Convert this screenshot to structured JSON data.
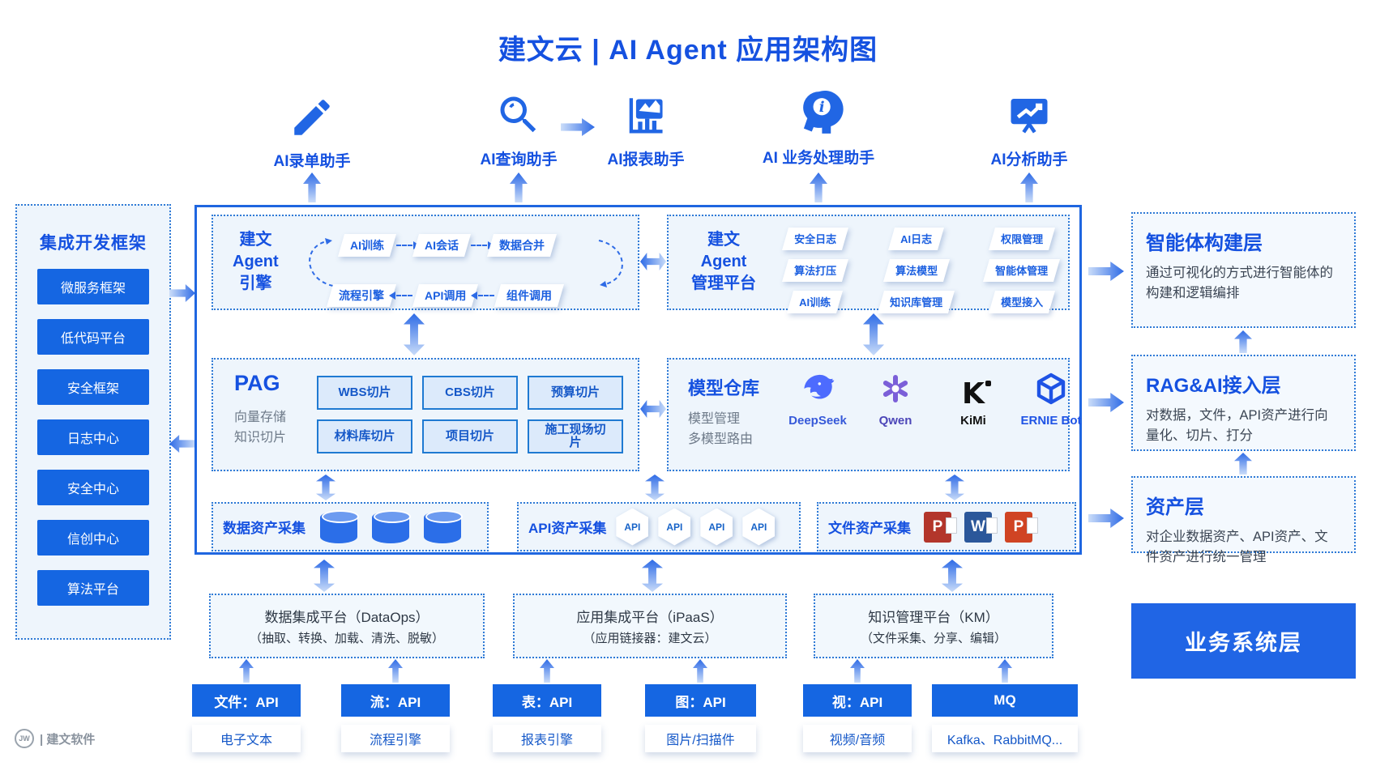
{
  "title": "建文云 | AI Agent 应用架构图",
  "assistants": {
    "items": [
      {
        "label": "AI录单助手"
      },
      {
        "label": "AI查询助手"
      },
      {
        "label": "AI报表助手"
      },
      {
        "label": "AI 业务处理助手"
      },
      {
        "label": "AI分析助手"
      }
    ]
  },
  "left_panel": {
    "title": "集成开发框架",
    "items": [
      "微服务框架",
      "低代码平台",
      "安全框架",
      "日志中心",
      "安全中心",
      "信创中心",
      "算法平台"
    ]
  },
  "engine": {
    "title_line1": "建文",
    "title_line2": "Agent",
    "title_line3": "引擎",
    "cycle_top": [
      "AI训练",
      "AI会话",
      "数据合并"
    ],
    "cycle_bottom": [
      "流程引擎",
      "API调用",
      "组件调用"
    ]
  },
  "management": {
    "title_line1": "建文",
    "title_line2": "Agent",
    "title_line3": "管理平台",
    "tags": [
      "安全日志",
      "AI日志",
      "权限管理",
      "算法打压",
      "算法模型",
      "智能体管理",
      "AI训练",
      "知识库管理",
      "模型接入"
    ]
  },
  "pag": {
    "title": "PAG",
    "subtitle_line1": "向量存储",
    "subtitle_line2": "知识切片",
    "chips": [
      "WBS切片",
      "CBS切片",
      "预算切片",
      "材料库切片",
      "项目切片",
      "施工现场切片"
    ]
  },
  "model_hub": {
    "title": "模型仓库",
    "subtitle_line1": "模型管理",
    "subtitle_line2": "多模型路由",
    "models": [
      "DeepSeek",
      "Qwen",
      "KiMi",
      "ERNIE Bot"
    ]
  },
  "assets": {
    "data_label": "数据资产采集",
    "api_label": "API资产采集",
    "api_badge": "API",
    "file_label": "文件资产采集",
    "file_letters": [
      "P",
      "W",
      "P"
    ]
  },
  "right_layers": [
    {
      "title": "智能体构建层",
      "desc": "通过可视化的方式进行智能体的构建和逻辑编排"
    },
    {
      "title": "RAG&AI接入层",
      "desc": "对数据，文件，API资产进行向量化、切片、打分"
    },
    {
      "title": "资产层",
      "desc": "对企业数据资产、API资产、文件资产进行统一管理"
    }
  ],
  "business_layer_label": "业务系统层",
  "platforms": [
    {
      "title": "数据集成平台（DataOps）",
      "subtitle": "（抽取、转换、加载、清洗、脱敏）"
    },
    {
      "title": "应用集成平台（iPaaS）",
      "subtitle": "（应用链接器：建文云）"
    },
    {
      "title": "知识管理平台（KM）",
      "subtitle": "（文件采集、分享、编辑）"
    }
  ],
  "sources": [
    {
      "button": "文件：API",
      "label": "电子文本"
    },
    {
      "button": "流：API",
      "label": "流程引擎"
    },
    {
      "button": "表：API",
      "label": "报表引擎"
    },
    {
      "button": "图：API",
      "label": "图片/扫描件"
    },
    {
      "button": "视：API",
      "label": "视频/音频"
    },
    {
      "button": "MQ",
      "label": "Kafka、RabbitMQ..."
    }
  ],
  "footer": {
    "logo_badge": "JW",
    "logo_text": "| 建文软件"
  },
  "colors": {
    "primary": "#1551E0",
    "panel_bg": "#EEF5FC",
    "dotted_border": "#2F7AD6",
    "chip_text": "#1B5FE0",
    "gray_text": "#6E7A89",
    "deepseek_blue": "#4D6BFE",
    "qwen_purple": "#7B5FD8",
    "ernie_blue": "#1E53E5",
    "word_blue": "#2B579A",
    "pdf_red": "#B3362B",
    "ppt_red": "#D04423"
  }
}
